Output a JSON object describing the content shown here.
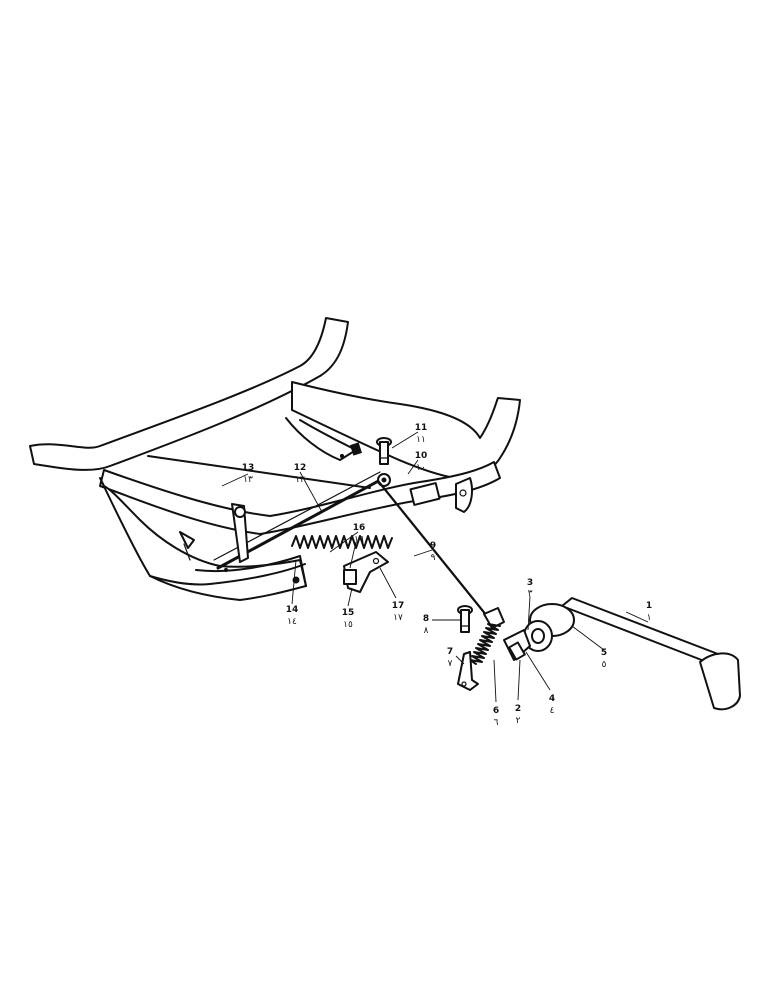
{
  "callouts": [
    {
      "id": "1",
      "number": "1",
      "arabic": "١"
    },
    {
      "id": "2",
      "number": "2",
      "arabic": "٢"
    },
    {
      "id": "3",
      "number": "3",
      "arabic": "٣"
    },
    {
      "id": "4",
      "number": "4",
      "arabic": "٤"
    },
    {
      "id": "5",
      "number": "5",
      "arabic": "٥"
    },
    {
      "id": "6",
      "number": "6",
      "arabic": "٦"
    },
    {
      "id": "7",
      "number": "7",
      "arabic": "٧"
    },
    {
      "id": "8",
      "number": "8",
      "arabic": "٨"
    },
    {
      "id": "9",
      "number": "9",
      "arabic": "٩"
    },
    {
      "id": "10",
      "number": "10",
      "arabic": "١٠"
    },
    {
      "id": "11",
      "number": "11",
      "arabic": "١١"
    },
    {
      "id": "12",
      "number": "12",
      "arabic": "١٢"
    },
    {
      "id": "13",
      "number": "13",
      "arabic": "١٣"
    },
    {
      "id": "14",
      "number": "14",
      "arabic": "١٤"
    },
    {
      "id": "15",
      "number": "15",
      "arabic": "١٥"
    },
    {
      "id": "16",
      "number": "16",
      "arabic": "١٦"
    },
    {
      "id": "17",
      "number": "17",
      "arabic": "١٧"
    }
  ]
}
